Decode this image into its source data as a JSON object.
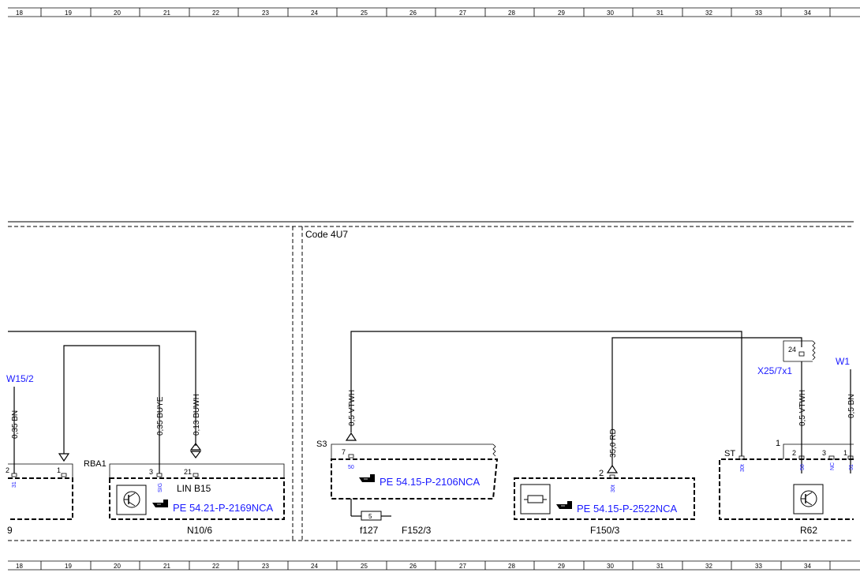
{
  "ruler": {
    "numbers": [
      "18",
      "19",
      "20",
      "21",
      "22",
      "23",
      "24",
      "25",
      "26",
      "27",
      "28",
      "29",
      "30",
      "31",
      "32",
      "33",
      "34"
    ]
  },
  "section": {
    "code_label": "Code 4U7"
  },
  "left_area": {
    "partial_component_label": "9",
    "partial_wire_ref": "W15/2",
    "wire_bn": "0,35 BN",
    "pin_2": "2",
    "pin_1": "1",
    "pin_31": "31",
    "connector_label": "RBA1",
    "wire_buye": "0,35 BUYE",
    "wire_buwh": "0,13 BUWH",
    "pin_3": "3",
    "pin_21": "21",
    "pin_sig": "SIG",
    "lin_label": "LIN B15",
    "link": "PE 54.21-P-2169NCA",
    "component": "N10/6"
  },
  "mid_area": {
    "s3_label": "S3",
    "wire_vtwh": "0,5 VTWH",
    "pin_7": "7",
    "pin_50": "50",
    "link": "PE 54.15-P-2106NCA",
    "fuse_value": "5",
    "fuse_label": "f127",
    "component": "F152/3"
  },
  "right_mid": {
    "wire_rd": "35,0 RD",
    "pin_2": "2",
    "pin_30t": "30t",
    "link": "PE 54.15-P-2522NCA",
    "component": "F150/3"
  },
  "right_area": {
    "pin_24": "24",
    "connector_label": "X25/7x1",
    "partial_wire_ref": "W1",
    "wire_vtwh": "0,5 VTWH",
    "wire_bn": "0,5 BN",
    "st_label": "ST",
    "pin_30t": "30t",
    "pin_1_top": "1",
    "pin_2": "2",
    "pin_3": "3",
    "pin_1": "1",
    "pin_50": "50",
    "pin_nc": "NC",
    "pin_31": "31",
    "component": "R62"
  }
}
